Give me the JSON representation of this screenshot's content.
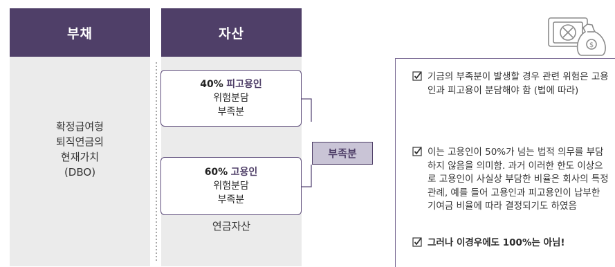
{
  "left": {
    "header": "부채",
    "lines": [
      "확정급여형",
      "퇴직연금의",
      "현재가치",
      "(DBO)"
    ]
  },
  "right": {
    "header": "자산",
    "box1": {
      "pct": "40%",
      "who": "피고용인",
      "line2": "위험분담",
      "line3": "부족분"
    },
    "box2": {
      "pct": "60%",
      "who": "고용인",
      "line2": "위험분담",
      "line3": "부족분"
    },
    "footer": "연금자산"
  },
  "tag": "부족분",
  "icon": "safe-money-bag-icon",
  "notes": [
    {
      "text": "기금의 부족분이 발생할 경우 관련 위험은 고용인과 피고용이 분담해야 함 (법에 따라)"
    },
    {
      "text": "이는 고용인이 50%가 넘는 법적 의무를 부담하지 않음을 의미함. 과거 이러한 한도 이상으로 고용인이 사실상 부담한 비율은 회사의 특정 관례, 예를 들어 고용인과 피고용인이 납부한 기여금 비율에 따라 결정되기도 하였음"
    },
    {
      "text": "그러나 이경우에도 100%는 아님!"
    }
  ],
  "colors": {
    "header": "#4f3f68",
    "panel": "#ebebeb",
    "tag": "#c9c4d6",
    "accent": "#4f3f68"
  }
}
